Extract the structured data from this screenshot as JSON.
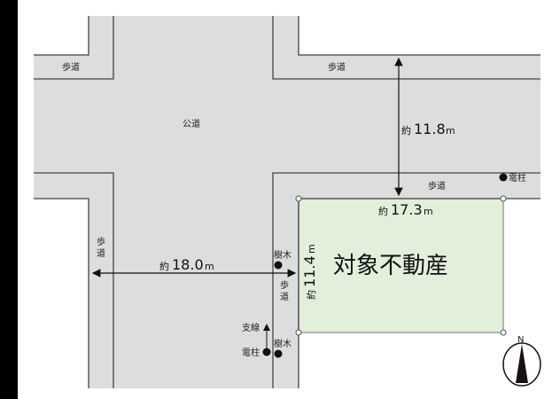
{
  "labels": {
    "sidewalk": "歩道",
    "sidewalk_v1": "歩",
    "sidewalk_v2": "道",
    "public_road": "公道",
    "tree": "樹木",
    "utility_pole": "電柱",
    "guy_wire": "支線",
    "property": "対象不動産",
    "north": "N"
  },
  "dimensions": {
    "prefix": "約",
    "unit": "m",
    "road_width": "11.8",
    "frontage": "17.3",
    "side_road_width": "18.0",
    "depth": "11.4"
  },
  "colors": {
    "road": "#dcdddd",
    "property": "#e2efda",
    "line": "#333333",
    "sidebar": "#000000"
  }
}
